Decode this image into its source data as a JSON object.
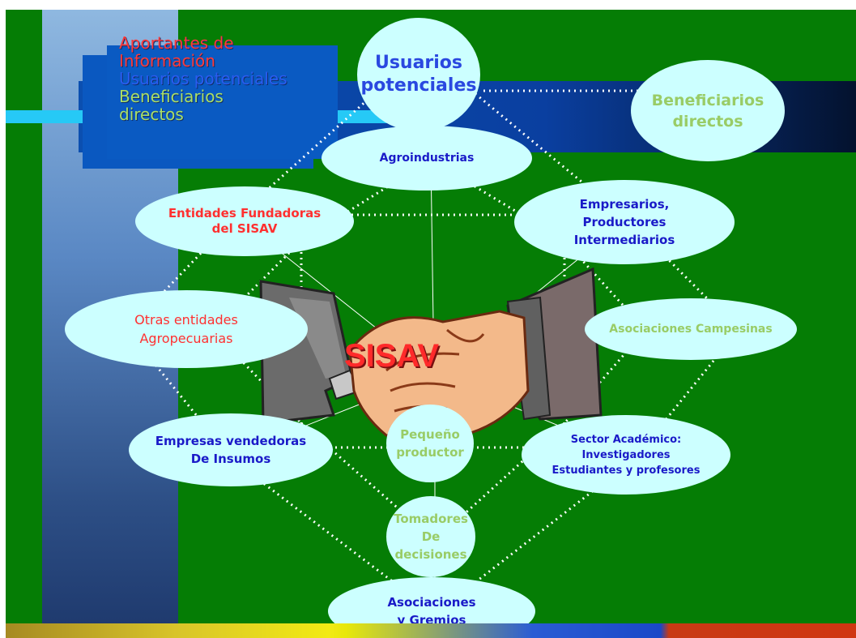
{
  "legend": {
    "line1": "Aportantes de",
    "line2": "Información",
    "line3": "Usuarios potenciales",
    "line4": "Beneficiarios",
    "line5": "directos"
  },
  "legend_colors": {
    "aportantes": "#ff3a3a",
    "usuarios": "#2a5cf0",
    "beneficiarios": "#aade66"
  },
  "nodes": {
    "usuarios_potenciales": [
      "Usuarios",
      "potenciales"
    ],
    "beneficiarios_directos": [
      "Beneficiarios",
      "directos"
    ],
    "agroindustrias": [
      "Agroindustrias"
    ],
    "entidades_fundadoras": [
      "Entidades Fundadoras",
      "del SISAV"
    ],
    "empresarios": [
      "Empresarios,",
      "Productores",
      "Intermediarios"
    ],
    "otras_entidades": [
      "Otras entidades",
      "Agropecuarias"
    ],
    "asociaciones_campesinas": [
      "Asociaciones Campesinas"
    ],
    "empresas_vendedoras": [
      "Empresas vendedoras",
      "De Insumos"
    ],
    "pequeno_productor": [
      "Pequeño",
      "productor"
    ],
    "sector_academico": [
      "Sector Académico:",
      "Investigadores",
      "Estudiantes y profesores"
    ],
    "tomadores": [
      "Tomadores",
      "De decisiones"
    ],
    "asociaciones_gremios": [
      "Asociaciones",
      "y Gremios"
    ]
  },
  "center_label": "SISAV"
}
